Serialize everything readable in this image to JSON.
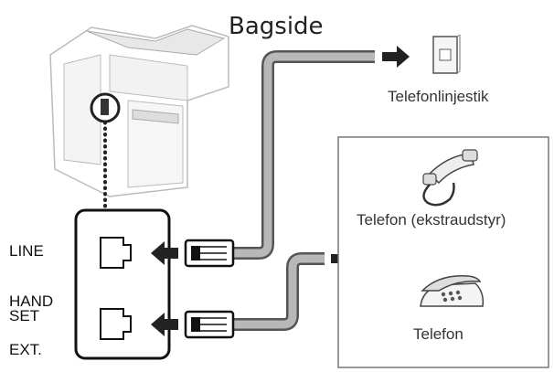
{
  "title": "Bagside",
  "wall_jack_label": "Telefonlinjestik",
  "external_phone_label": "Telefon (ekstraudstyr)",
  "telephone_label": "Telefon",
  "ports": {
    "line": "LINE",
    "handset": "HAND SET",
    "ext": "EXT."
  }
}
